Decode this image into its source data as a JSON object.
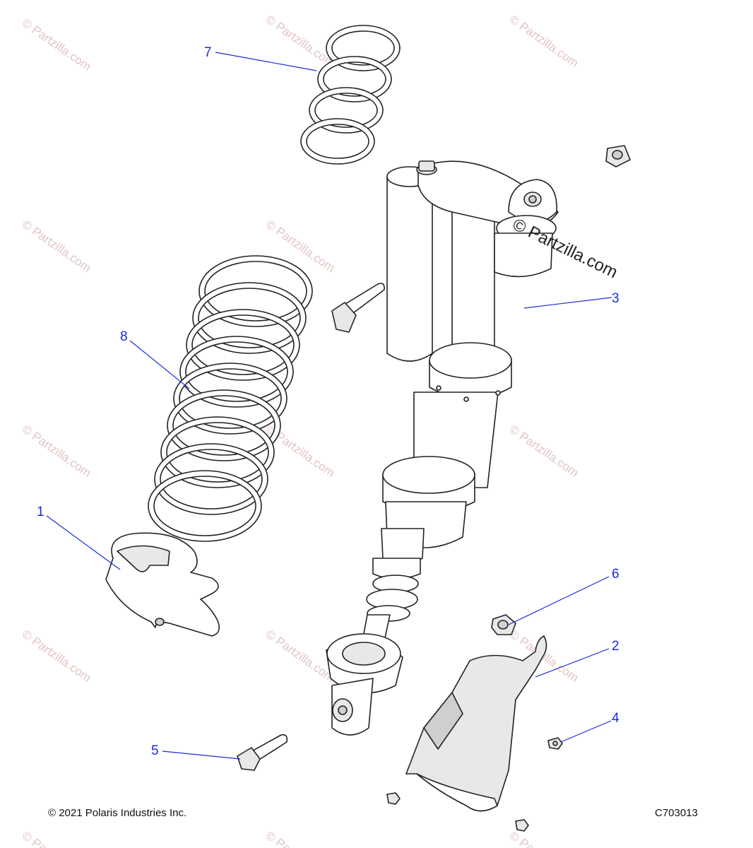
{
  "diagram": {
    "callouts": [
      {
        "id": "1",
        "label": "1"
      },
      {
        "id": "2",
        "label": "2"
      },
      {
        "id": "3",
        "label": "3"
      },
      {
        "id": "4",
        "label": "4"
      },
      {
        "id": "5",
        "label": "5"
      },
      {
        "id": "6",
        "label": "6"
      },
      {
        "id": "7",
        "label": "7"
      },
      {
        "id": "8",
        "label": "8"
      }
    ],
    "watermark_text": "© Partzilla.com",
    "overlay_watermark": "© Partzilla.com"
  },
  "footer": {
    "copyright": "© 2021 Polaris Industries Inc.",
    "figure_code": "C703013"
  },
  "colors": {
    "callout": "#1a2bd6",
    "watermark": "#e3c4c4",
    "line": "#222222",
    "background": "#ffffff"
  }
}
